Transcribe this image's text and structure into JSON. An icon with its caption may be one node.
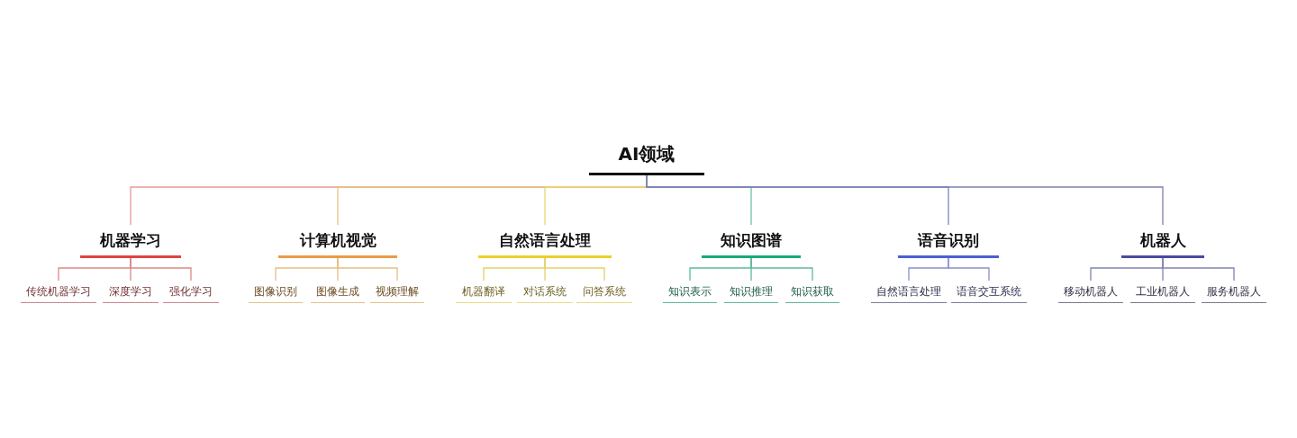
{
  "diagram": {
    "nodes": [
      {
        "text": [
          "AI领域"
        ]
      },
      {
        "text": [
          "机器学习"
        ]
      },
      {
        "text": [
          "计算机视觉"
        ]
      },
      {
        "text": [
          "自然语言处理"
        ]
      },
      {
        "text": [
          "知识图谱"
        ]
      },
      {
        "text": [
          "语音识别"
        ]
      },
      {
        "text": [
          "机器人"
        ]
      },
      {
        "text": [
          "传统机器学习"
        ]
      },
      {
        "text": [
          "深度学习"
        ]
      },
      {
        "text": [
          "强化学习"
        ]
      },
      {
        "text": [
          "图像识别"
        ]
      },
      {
        "text": [
          "图像生成"
        ]
      },
      {
        "text": [
          "视频理解"
        ]
      },
      {
        "text": [
          "机器翻译"
        ]
      },
      {
        "text": [
          "对话系统"
        ]
      },
      {
        "text": [
          "问答系统"
        ]
      },
      {
        "text": [
          "知识表示"
        ]
      },
      {
        "text": [
          "知识推理"
        ]
      },
      {
        "text": [
          "知识获取"
        ]
      },
      {
        "text": [
          "自然语言处理"
        ]
      },
      {
        "text": [
          "语音交互系统"
        ]
      },
      {
        "text": [
          "移动机器人"
        ]
      },
      {
        "text": [
          "工业机器人"
        ]
      },
      {
        "text": [
          "服务机器人"
        ]
      }
    ],
    "edges": [
      {
        "from": 0,
        "to": 1,
        "arrow": "none",
        "color": "#e59a98"
      },
      {
        "from": 0,
        "to": 2,
        "arrow": "none",
        "color": "#e8c383"
      },
      {
        "from": 0,
        "to": 3,
        "arrow": "none",
        "color": "#e8d674"
      },
      {
        "from": 0,
        "to": 4,
        "arrow": "none",
        "color": "#6cc2a6"
      },
      {
        "from": 0,
        "to": 5,
        "arrow": "none",
        "color": "#7f86c8"
      },
      {
        "from": 0,
        "to": 6,
        "arrow": "none",
        "color": "#7d80b0"
      },
      {
        "from": 1,
        "to": 7,
        "arrow": "none",
        "color": "#d98a88"
      },
      {
        "from": 1,
        "to": 8,
        "arrow": "none",
        "color": "#d98a88"
      },
      {
        "from": 1,
        "to": 9,
        "arrow": "none",
        "color": "#d98a88"
      },
      {
        "from": 2,
        "to": 10,
        "arrow": "none",
        "color": "#e6be80"
      },
      {
        "from": 2,
        "to": 11,
        "arrow": "none",
        "color": "#e6be80"
      },
      {
        "from": 2,
        "to": 12,
        "arrow": "none",
        "color": "#e6be80"
      },
      {
        "from": 3,
        "to": 13,
        "arrow": "none",
        "color": "#e3d26a"
      },
      {
        "from": 3,
        "to": 14,
        "arrow": "none",
        "color": "#e3d26a"
      },
      {
        "from": 3,
        "to": 15,
        "arrow": "none",
        "color": "#e3d26a"
      },
      {
        "from": 4,
        "to": 16,
        "arrow": "none",
        "color": "#5fbb9c"
      },
      {
        "from": 4,
        "to": 17,
        "arrow": "none",
        "color": "#5fbb9c"
      },
      {
        "from": 4,
        "to": 18,
        "arrow": "none",
        "color": "#5fbb9c"
      },
      {
        "from": 5,
        "to": 19,
        "arrow": "none",
        "color": "#8a90cc"
      },
      {
        "from": 5,
        "to": 20,
        "arrow": "none",
        "color": "#8a90cc"
      },
      {
        "from": 6,
        "to": 21,
        "arrow": "none",
        "color": "#8184b4"
      },
      {
        "from": 6,
        "to": 22,
        "arrow": "none",
        "color": "#8184b4"
      },
      {
        "from": 6,
        "to": 23,
        "arrow": "none",
        "color": "#8184b4"
      }
    ]
  }
}
